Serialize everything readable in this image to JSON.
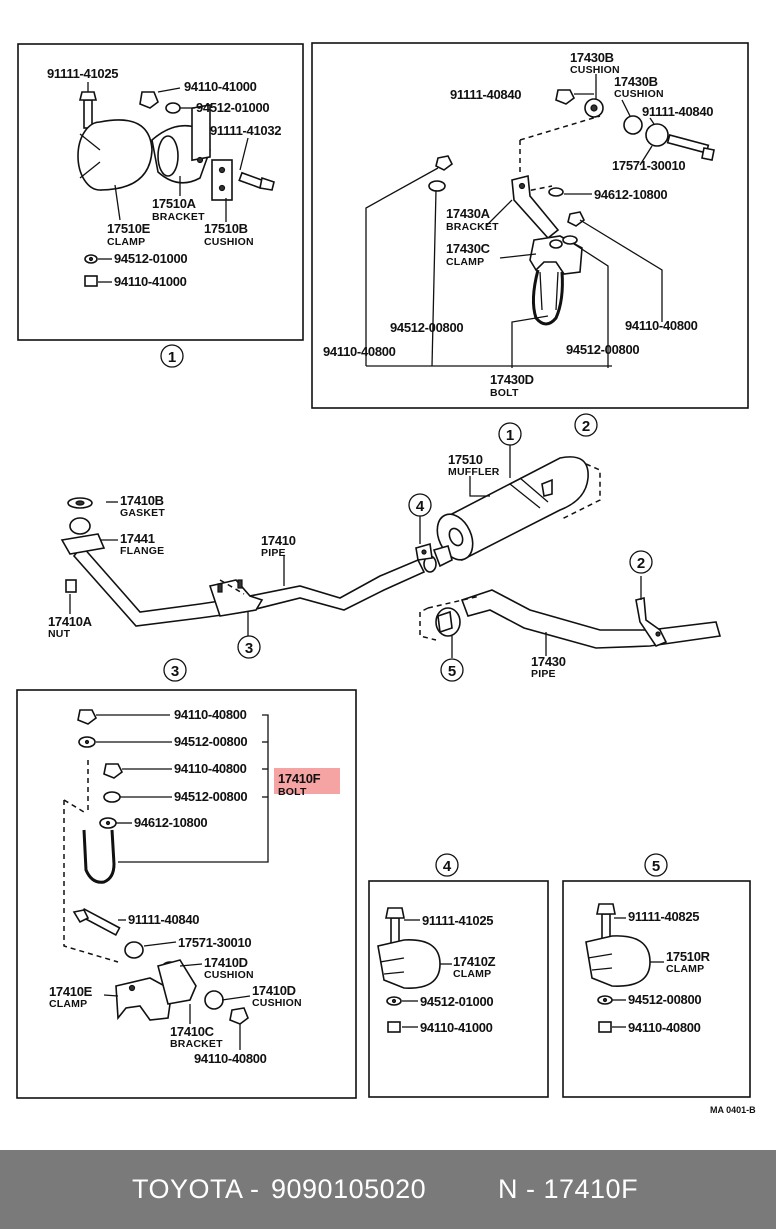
{
  "diagram": {
    "panel1": {
      "index": "1",
      "labels": {
        "p1": "91111-41025",
        "p2": "94110-41000",
        "p3": "94512-01000",
        "p4": "91111-41032",
        "p5": "17510A",
        "p5d": "BRACKET",
        "p6": "17510E",
        "p6d": "CLAMP",
        "p7": "17510B",
        "p7d": "CUSHION",
        "p8": "94512-01000",
        "p9": "94110-41000"
      }
    },
    "panel2": {
      "index": "2",
      "labels": {
        "p1": "17430B",
        "p1d": "CUSHION",
        "p2": "17430B",
        "p2d": "CUSHION",
        "p3": "91111-40840",
        "p4": "91111-40840",
        "p5": "17571-30010",
        "p6": "94612-10800",
        "p7": "17430A",
        "p7d": "BRACKET",
        "p8": "17430C",
        "p8d": "CLAMP",
        "p9": "94512-00800",
        "p10": "94110-40800",
        "p11": "94110-40800",
        "p12": "94512-00800",
        "p13": "17430D",
        "p13d": "BOLT"
      }
    },
    "main": {
      "ref1": "1",
      "ref2": "2",
      "ref3": "3",
      "ref4": "4",
      "ref5": "5",
      "ref2b": "2",
      "ref3b": "3",
      "labels": {
        "m1": "17510",
        "m1d": "MUFFLER",
        "m2": "17410B",
        "m2d": "GASKET",
        "m3": "17441",
        "m3d": "FLANGE",
        "m4": "17410",
        "m4d": "PIPE",
        "m5": "17410A",
        "m5d": "NUT",
        "m6": "17430",
        "m6d": "PIPE"
      }
    },
    "panel3": {
      "labels": {
        "p1": "94110-40800",
        "p2": "94512-00800",
        "p3": "94110-40800",
        "p4": "94512-00800",
        "p5": "94612-10800",
        "p6": "17410F",
        "p6d": "BOLT",
        "p7": "91111-40840",
        "p8": "17571-30010",
        "p9": "17410D",
        "p9d": "CUSHION",
        "p10": "17410E",
        "p10d": "CLAMP",
        "p11": "17410D",
        "p11d": "CUSHION",
        "p12": "17410C",
        "p12d": "BRACKET",
        "p13": "94110-40800"
      }
    },
    "panel4": {
      "index": "4",
      "labels": {
        "p1": "91111-41025",
        "p2": "17410Z",
        "p2d": "CLAMP",
        "p3": "94512-01000",
        "p4": "94110-41000"
      }
    },
    "panel5": {
      "index": "5",
      "labels": {
        "p1": "91111-40825",
        "p2": "17510R",
        "p2d": "CLAMP",
        "p3": "94512-00800",
        "p4": "94110-40800"
      }
    },
    "code": "MA 0401-B",
    "highlight_color": "#f6a3a3"
  },
  "footer": {
    "brand": "TOYOTA",
    "part_number": "9090105020",
    "ref_code": "N - 17410F",
    "separator": "-",
    "background": "#7a7a7a"
  }
}
